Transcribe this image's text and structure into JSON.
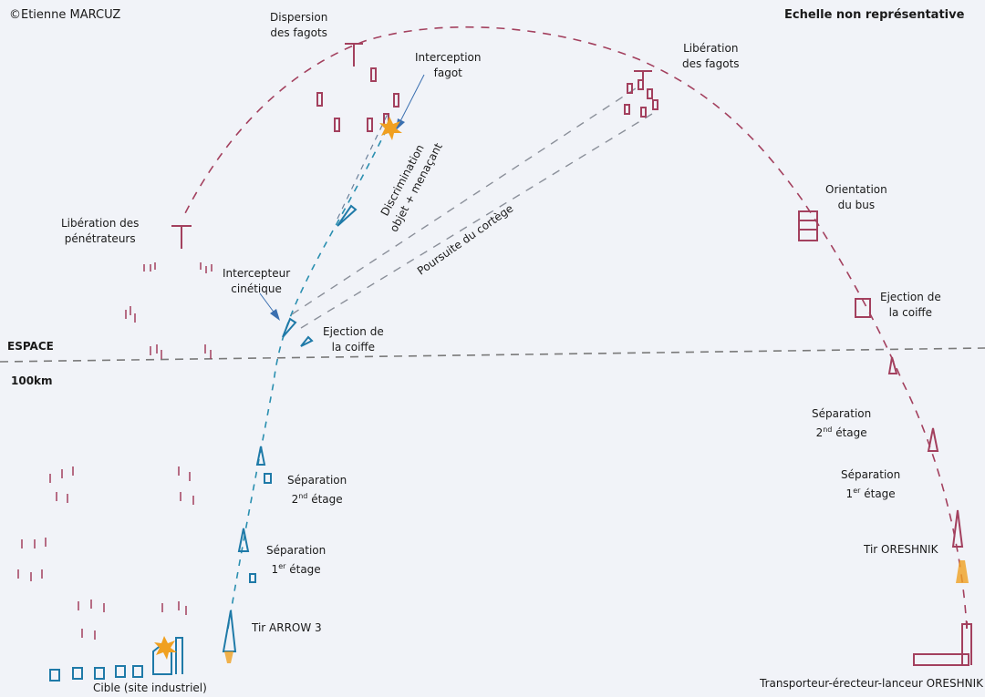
{
  "copyright": "©Etienne MARCUZ",
  "scale_note": "Echelle non représentative",
  "space": {
    "label": "ESPACE",
    "altitude": "100km"
  },
  "colors": {
    "threat": "#a3405e",
    "interceptor": "#2a8fb0",
    "tracking": "#8a8f99",
    "space_line": "#7a7a7a"
  },
  "labels": {
    "dispersion": [
      "Dispersion",
      "des fagots"
    ],
    "interception": [
      "Interception",
      "fagot"
    ],
    "liberation_fagots": [
      "Libération",
      "des fagots"
    ],
    "discrimination": [
      "Discrimination",
      "objet + menaçant"
    ],
    "poursuite": "Poursuite du cortège",
    "liberation_penetrateurs": [
      "Libération des",
      "pénétrateurs"
    ],
    "intercepteur": [
      "Intercepteur",
      "cinétique"
    ],
    "ejection_blue": [
      "Ejection de",
      "la coiffe"
    ],
    "orientation": [
      "Orientation",
      "du bus"
    ],
    "ejection_red": [
      "Ejection de",
      "la coiffe"
    ],
    "sep2_red": {
      "line1": "Séparation",
      "num": "2",
      "sup": "nd",
      "rest": "étage"
    },
    "sep1_red": {
      "line1": "Séparation",
      "num": "1",
      "sup": "er",
      "rest": "étage"
    },
    "sep2_blue": {
      "line1": "Séparation",
      "num": "2",
      "sup": "nd",
      "rest": "étage"
    },
    "sep1_blue": {
      "line1": "Séparation",
      "num": "1",
      "sup": "er",
      "rest": "étage"
    },
    "tir_oreshnik": "Tir ORESHNIK",
    "tir_arrow": "Tir ARROW 3",
    "cible": "Cible (site industriel)",
    "tel": "Transporteur-érecteur-lanceur ORESHNIK"
  }
}
